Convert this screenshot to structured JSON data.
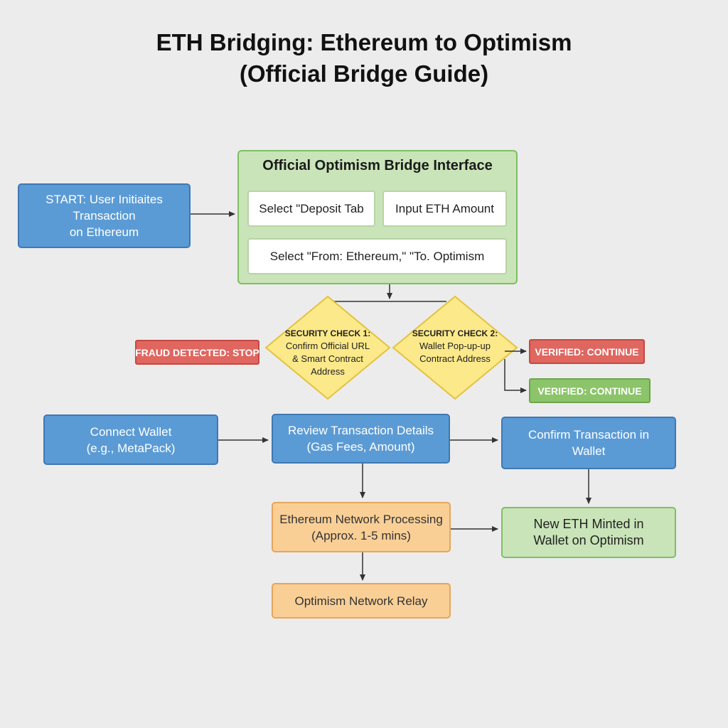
{
  "title": {
    "line1": "ETH Bridging: Ethereum to Optimism",
    "line2": "(Official Bridge Guide)"
  },
  "start": {
    "line1": "START: User Initiaites",
    "line2": "Transaction",
    "line3": "on Ethereum"
  },
  "bridge_panel": {
    "title": "Official Optimism Bridge Interface",
    "deposit_tab": "Select \"Deposit Tab",
    "input_amount": "Input ETH Amount",
    "select_networks": "Select \"From: Ethereum,\" \"To. Optimism"
  },
  "security_check_1": {
    "heading": "SECURITY CHECK 1:",
    "line1": "Confirm Official URL",
    "line2": "& Smart Contract",
    "line3": "Address"
  },
  "security_check_2": {
    "heading": "SECURITY CHECK 2:",
    "line1": "Wallet Pop-up-up",
    "line2": "Contract Address"
  },
  "outcomes": {
    "fraud": "FRAUD DETECTED: STOP",
    "verified_red": "VERIFIED: CONTINUE",
    "verified_green": "VERIFIED: CONTINUE"
  },
  "steps": {
    "connect_wallet": {
      "line1": "Connect Wallet",
      "line2": "(e.g., MetaPack)"
    },
    "review": {
      "line1": "Review Transaction Details",
      "line2": "(Gas Fees, Amount)"
    },
    "confirm": {
      "line1": "Confirm Transaction in",
      "line2": "Wallet"
    },
    "processing": {
      "line1": "Ethereum Network Processing",
      "line2": "(Approx. 1-5 mins)"
    },
    "minted": {
      "line1": "New ETH Minted in",
      "line2": "Wallet on Optimism"
    },
    "relay": "Optimism Network Relay"
  },
  "colors": {
    "blue": "#5b9bd5",
    "green": "#c9e4b8",
    "orange": "#f9cf96",
    "yellow": "#fbe98a",
    "red": "#e06660"
  }
}
